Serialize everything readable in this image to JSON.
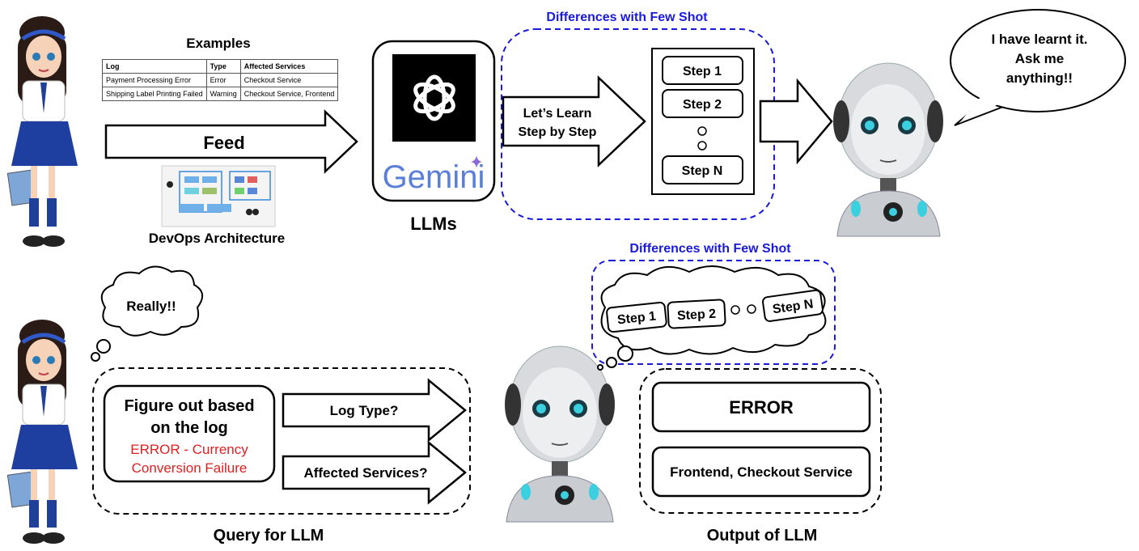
{
  "top": {
    "examples_title": "Examples",
    "table": {
      "headers": [
        "Log",
        "Type",
        "Affected Services"
      ],
      "rows": [
        [
          "Payment Processing Error",
          "Error",
          "Checkout Service"
        ],
        [
          "Shipping Label Printing Failed",
          "Warning",
          "Checkout Service, Frontend"
        ]
      ]
    },
    "feed_label": "Feed",
    "architecture_label": "DevOps Architecture",
    "gemini_label": "Gemini",
    "llms_label": "LLMs",
    "few_shot_title": "Differences with Few Shot",
    "learn_arrow_line1": "Let’s Learn",
    "learn_arrow_line2": "Step by Step",
    "steps": [
      "Step 1",
      "Step 2",
      "Step N"
    ],
    "robot_speech_line1": "I have learnt it.",
    "robot_speech_line2": "Ask me",
    "robot_speech_line3": "anything!!"
  },
  "bottom": {
    "girl_thought": "Really!!",
    "query_title_line1": "Figure out based",
    "query_title_line2": "on the log",
    "query_log_line1": "ERROR - Currency",
    "query_log_line2": "Conversion Failure",
    "log_type_question": "Log Type?",
    "affected_services_question": "Affected Services?",
    "query_label": "Query for LLM",
    "few_shot_title": "Differences with Few Shot",
    "thought_steps": [
      "Step 1",
      "Step 2",
      "Step N"
    ],
    "output_type": "ERROR",
    "output_services": "Frontend, Checkout Service",
    "output_label": "Output of LLM"
  },
  "colors": {
    "accent_blue": "#1a1adb",
    "error_red": "#e02020",
    "llm_logo_bg": "#000000"
  }
}
